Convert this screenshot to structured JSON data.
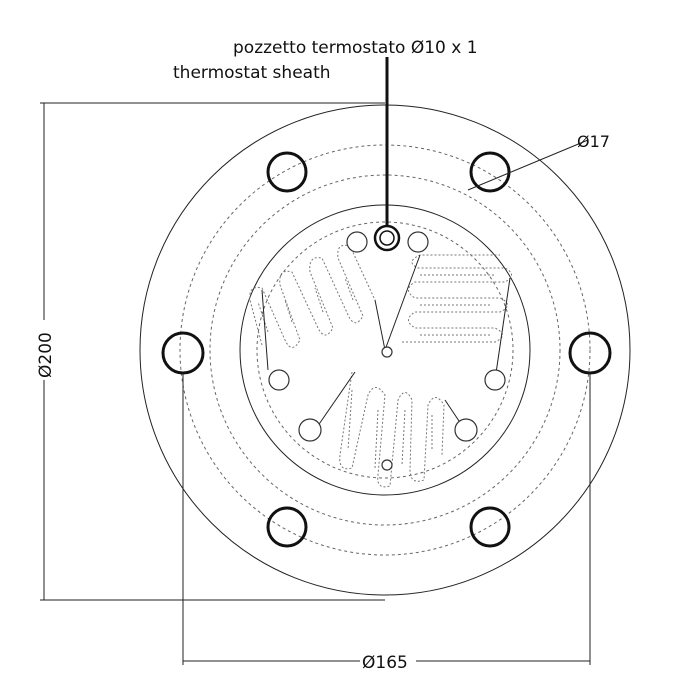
{
  "labels": {
    "sheath_it": "pozzetto termostato Ø10 x 1",
    "sheath_en": "thermostat sheath",
    "hole_diameter": "Ø17",
    "flange_diameter": "Ø200",
    "bolt_circle_diameter": "Ø165"
  }
}
